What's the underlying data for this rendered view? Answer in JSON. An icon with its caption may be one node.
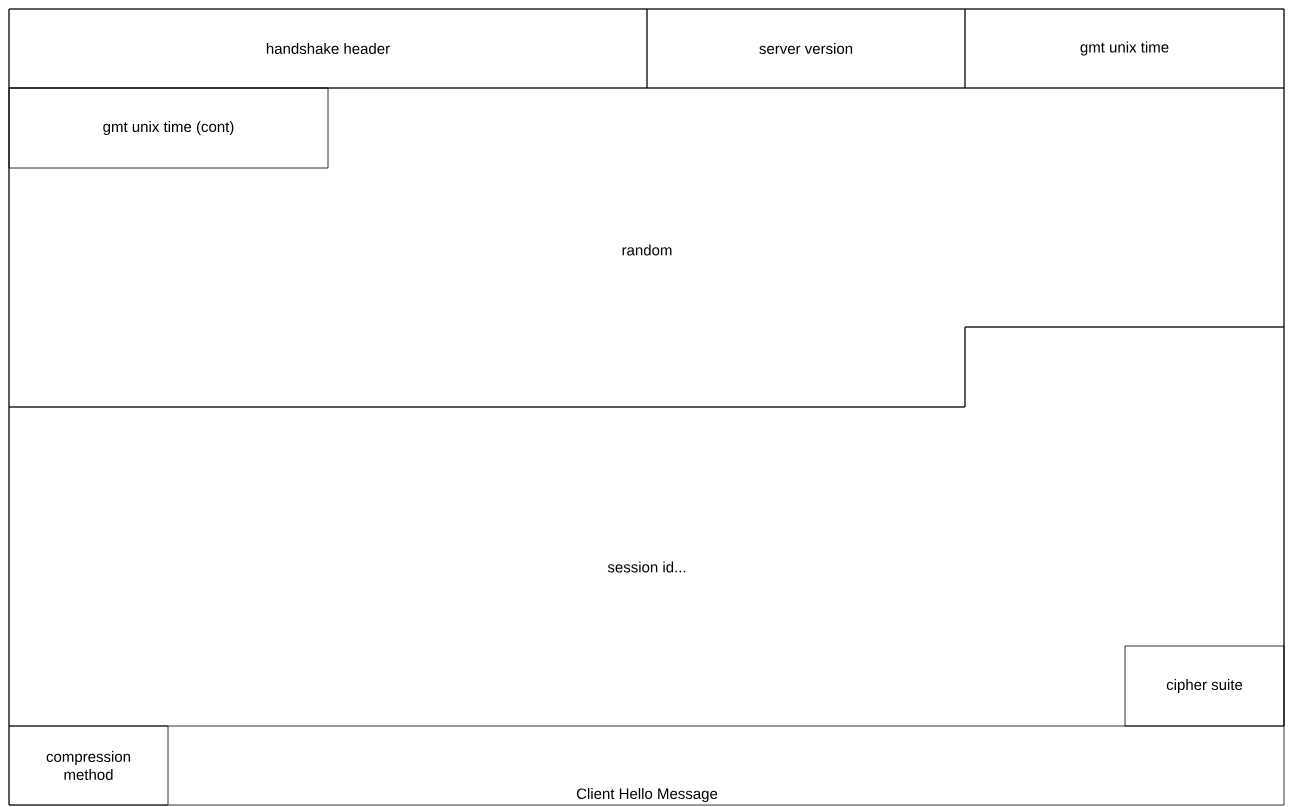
{
  "diagram": {
    "caption": "Client Hello Message",
    "nodes": [
      {
        "text": [
          "handshake header"
        ]
      },
      {
        "text": [
          "server version"
        ]
      },
      {
        "text": [
          "gmt unix time"
        ]
      },
      {
        "text": [
          "random"
        ]
      },
      {
        "text": [
          "gmt unix time (cont)"
        ],
        "in": 3
      },
      {
        "text": [
          "session id..."
        ]
      },
      {
        "text": [
          "cipher suite"
        ],
        "in": 5
      },
      {
        "text": [
          "compression method"
        ]
      }
    ]
  }
}
